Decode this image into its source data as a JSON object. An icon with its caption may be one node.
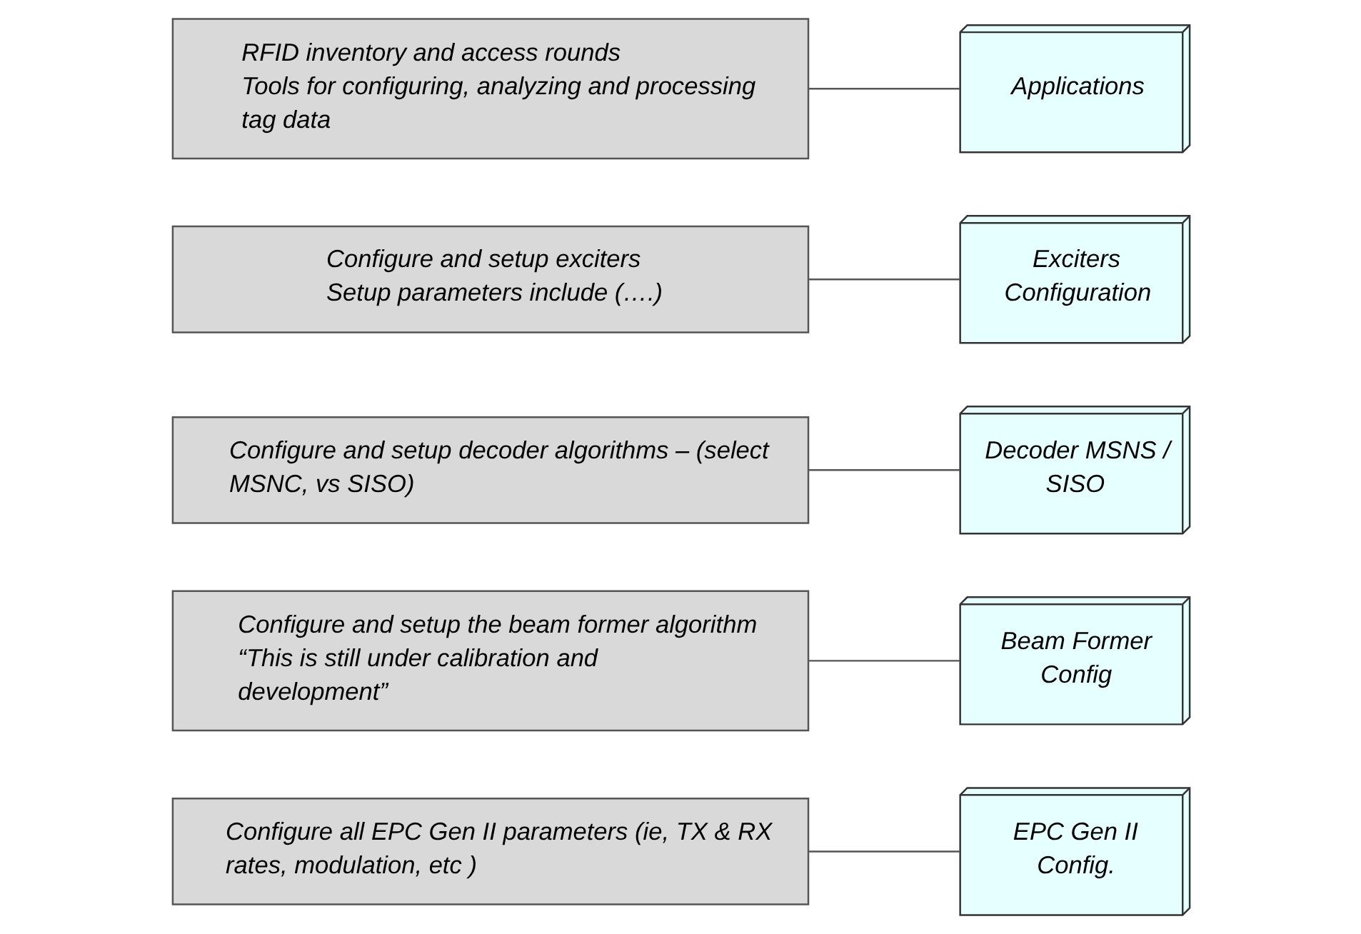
{
  "diagram": {
    "nodes": [
      {
        "text": [
          "Configure all EPC Gen II parameters (ie, TX & RX rates, modulation, etc )"
        ]
      },
      {
        "text": [
          "EPC Gen II Config."
        ]
      },
      {
        "text": [
          "Configure and setup the beam former algorithm “This is still under calibration and development”"
        ]
      },
      {
        "text": [
          "Beam Former Config"
        ]
      },
      {
        "text": [
          "Configure and setup decoder algorithms – (select MSNC, vs SISO)"
        ]
      },
      {
        "text": [
          "Decoder MSNS / SISO"
        ]
      },
      {
        "text": [
          "Configure and setup exciters",
          "Setup parameters include (….)"
        ]
      },
      {
        "text": [
          "Exciters Configuration"
        ]
      },
      {
        "text": [
          "RFID inventory and access rounds",
          "Tools for configuring, analyzing and processing tag data"
        ]
      },
      {
        "text": [
          "Applications"
        ]
      }
    ],
    "edges": [
      {
        "from": 0,
        "to": 1,
        "arrow": "none"
      },
      {
        "from": 2,
        "to": 3,
        "arrow": "none"
      },
      {
        "from": 4,
        "to": 5,
        "arrow": "none"
      },
      {
        "from": 6,
        "to": 7,
        "arrow": "none"
      },
      {
        "from": 8,
        "to": 9,
        "arrow": "none"
      }
    ]
  }
}
